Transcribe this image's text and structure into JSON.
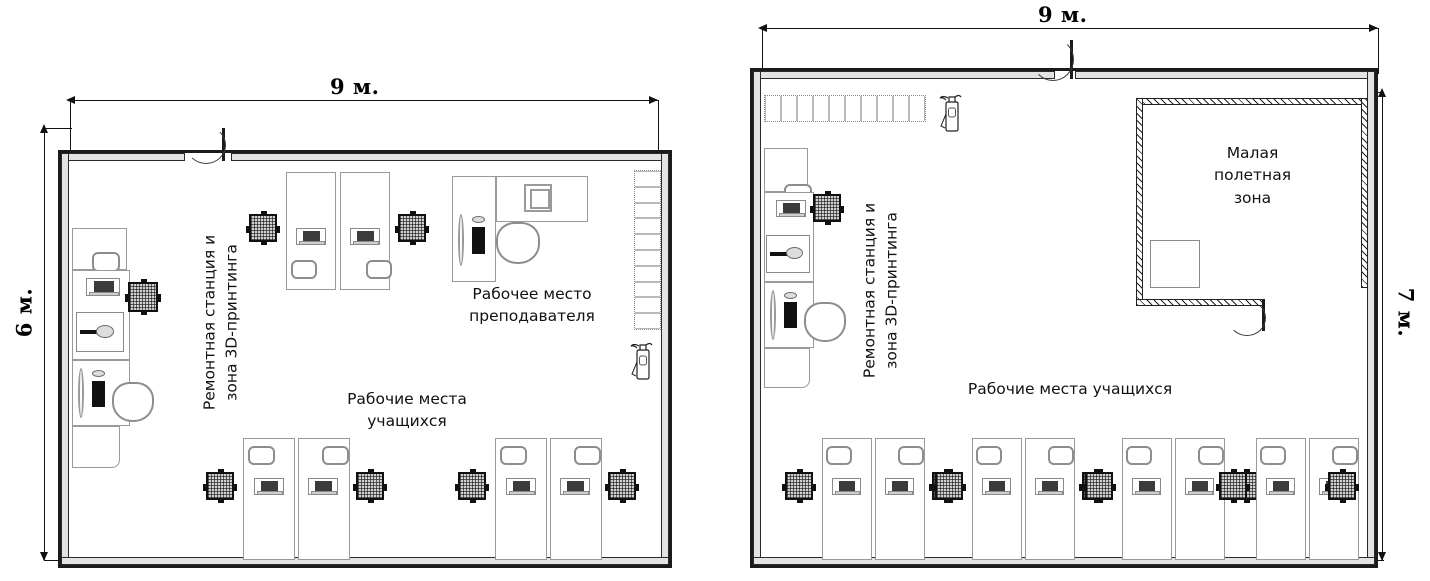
{
  "plans": [
    {
      "id": "left",
      "dimensions": {
        "width_label": "9 м.",
        "height_label": "6 м."
      },
      "labels": {
        "repair_station": "Ремонтная станция и\nзона 3D-принтинга",
        "teacher_workspace": "Рабочее место\nпреподавателя",
        "student_workspaces": "Рабочие места\nучащихся"
      },
      "icons": {
        "fire_extinguisher": "fire-extinguisher-icon",
        "door": "door-swing-icon",
        "shelving": "shelf-rack-icon"
      },
      "counts": {
        "shelf_cells": 10,
        "student_desks": 8,
        "chairs": 10
      }
    },
    {
      "id": "right",
      "dimensions": {
        "width_label": "9 м.",
        "height_label": "7 м."
      },
      "labels": {
        "repair_station": "Ремонтная станция и\nзона 3D-принтинга",
        "flight_zone": "Малая\nполетная\nзона",
        "student_workspaces": "Рабочие места учащихся"
      },
      "icons": {
        "fire_extinguisher": "fire-extinguisher-icon",
        "door": "door-swing-icon",
        "shelving": "shelf-rack-icon",
        "net_wall": "safety-net-icon"
      },
      "counts": {
        "shelf_cells": 10,
        "student_desks": 8,
        "chairs": 8
      }
    }
  ],
  "colors": {
    "wall": "#1b1b1b",
    "wall_fill": "#e3e3e3",
    "furniture_outline": "#9a9a9a",
    "chair_fill": "#cfcfcf",
    "text": "#111111"
  }
}
